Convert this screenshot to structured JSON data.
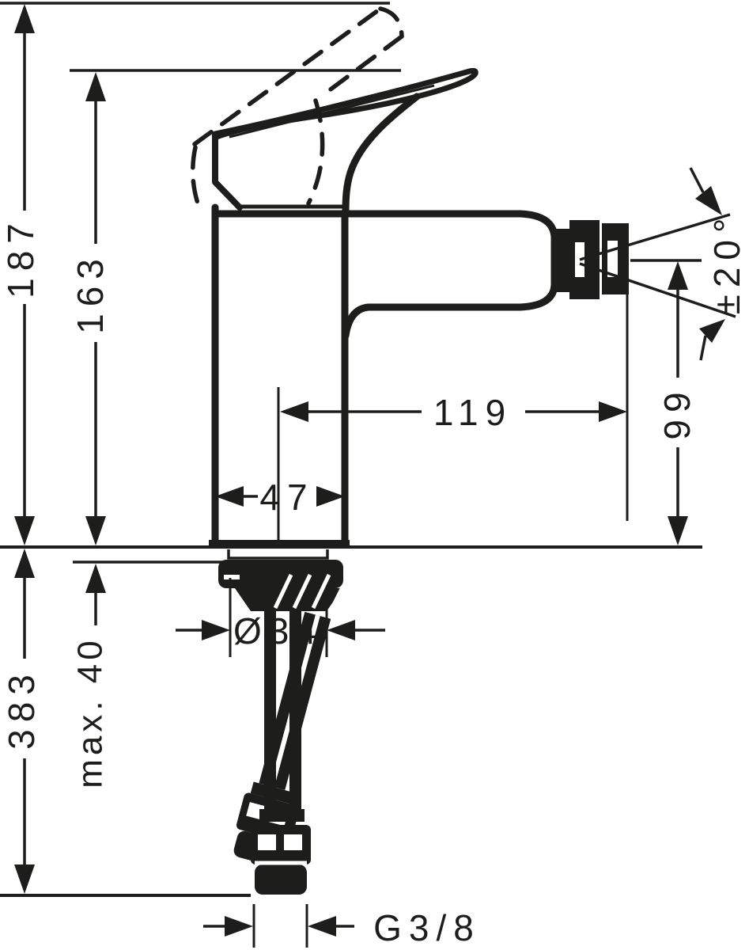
{
  "drawing": {
    "description": "Dimensional technical line drawing of a single-lever mixer tap (side view) with flexible supply hoses below the mounting deck",
    "ink_color": "#1d1d1b",
    "background_color": "#ffffff",
    "labels": {
      "total_height": "187",
      "height_to_spout_top": "163",
      "spout_reach": "119",
      "body_width": "47",
      "outlet_height": "99",
      "swivel_angle": "±20°",
      "base_diameter": "Ø34",
      "max_mounting_thickness": "max. 40",
      "hose_length": "383",
      "connection_thread": "G3/8"
    }
  }
}
